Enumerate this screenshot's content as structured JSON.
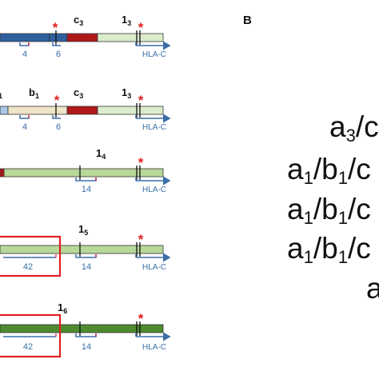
{
  "panel_label": "B",
  "rows": [
    {
      "segment_labels": [
        {
          "base": "c",
          "sub": "3"
        },
        {
          "base": "1",
          "sub": "3"
        }
      ],
      "numbers": [
        "4",
        "6"
      ],
      "hla": "HLA-C",
      "boxed_number": ""
    },
    {
      "segment_labels": [
        {
          "base": "",
          "sub": "1"
        },
        {
          "base": "b",
          "sub": "1"
        },
        {
          "base": "c",
          "sub": "3"
        },
        {
          "base": "1",
          "sub": "3"
        }
      ],
      "numbers": [
        "4",
        "6"
      ],
      "hla": "HLA-C",
      "boxed_number": ""
    },
    {
      "segment_labels": [
        {
          "base": "1",
          "sub": "4"
        }
      ],
      "numbers": [
        "14"
      ],
      "hla": "HLA-C",
      "boxed_number": ""
    },
    {
      "segment_labels": [
        {
          "base": "1",
          "sub": "5"
        }
      ],
      "numbers": [
        "14"
      ],
      "hla": "HLA-C",
      "boxed_number": "42"
    },
    {
      "segment_labels": [
        {
          "base": "1",
          "sub": "6"
        }
      ],
      "numbers": [
        "14"
      ],
      "hla": "HLA-C",
      "boxed_number": "42"
    }
  ],
  "formulas": [
    {
      "parts": [
        {
          "t": "a"
        },
        {
          "s": "3"
        },
        {
          "t": "/c"
        }
      ]
    },
    {
      "parts": [
        {
          "t": "a"
        },
        {
          "s": "1"
        },
        {
          "t": "/b"
        },
        {
          "s": "1"
        },
        {
          "t": "/c"
        }
      ]
    },
    {
      "parts": [
        {
          "t": "a"
        },
        {
          "s": "1"
        },
        {
          "t": "/b"
        },
        {
          "s": "1"
        },
        {
          "t": "/c"
        }
      ]
    },
    {
      "parts": [
        {
          "t": "a"
        },
        {
          "s": "1"
        },
        {
          "t": "/b"
        },
        {
          "s": "1"
        },
        {
          "t": "/c"
        }
      ]
    },
    {
      "parts": [
        {
          "t": "a"
        }
      ]
    }
  ],
  "colors": {
    "blue_segment": "#2f5f9e",
    "red_segment": "#b01818",
    "light_green": "#dceccd",
    "mid_green": "#b8d89a",
    "dark_green": "#4e8a2f",
    "tan": "#efe3c8",
    "light_blue": "#a9c5e8",
    "bracket_blue": "#3a6ea8",
    "box_red": "#e02020",
    "star_red": "#e02020"
  },
  "icons": [
    "asterisk-icon",
    "bracket-icon",
    "arrow-right-icon"
  ]
}
